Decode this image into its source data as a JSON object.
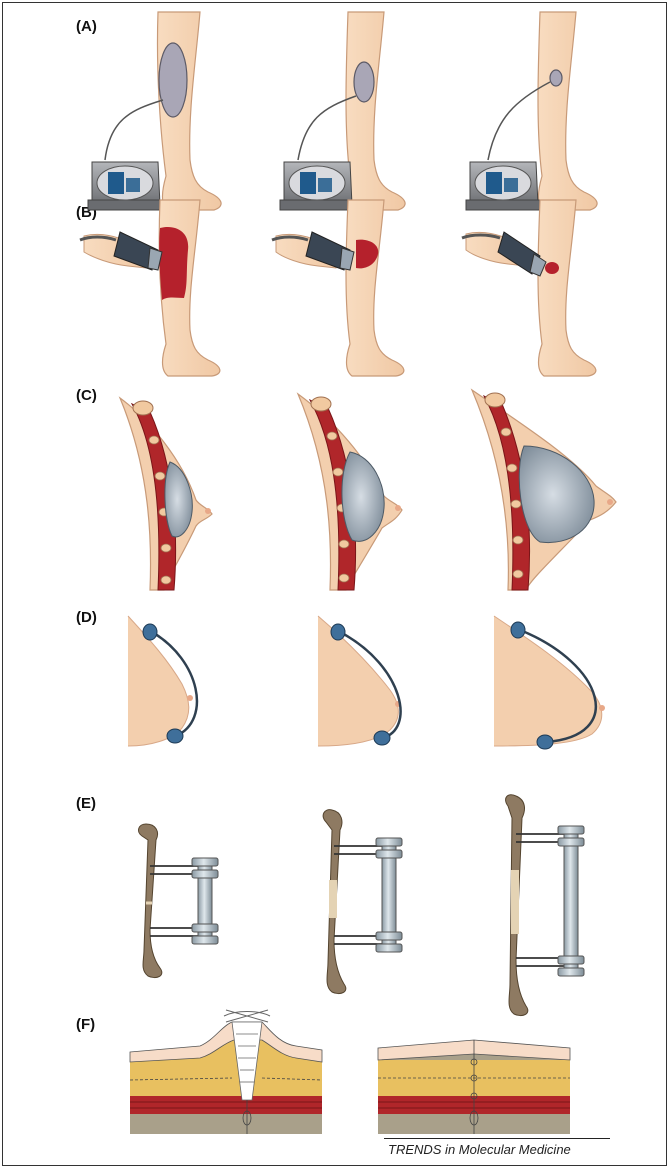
{
  "panels": [
    {
      "label": "(A)"
    },
    {
      "label": "(B)"
    },
    {
      "label": "(C)"
    },
    {
      "label": "(D)"
    },
    {
      "label": "(E)"
    },
    {
      "label": "(F)"
    }
  ],
  "footer": {
    "journal": "TRENDS in Molecular Medicine"
  },
  "colors": {
    "skin": "#f3cfae",
    "skin_outline": "#c89a78",
    "device_gray": "#8a8c90",
    "device_blue": "#1f5a8c",
    "pad": "#a9a6b6",
    "wave": "#b5212c",
    "muscle": "#b0262a",
    "implant": "#9aa6b2",
    "bone": "#8e7a62",
    "bone_regen": "#e4d3b4",
    "fixator": "#aab7bf",
    "clip": "#3f6f9a",
    "fat": "#e8c060",
    "dermis": "#f7dcc8",
    "subq": "#a9a08a"
  }
}
